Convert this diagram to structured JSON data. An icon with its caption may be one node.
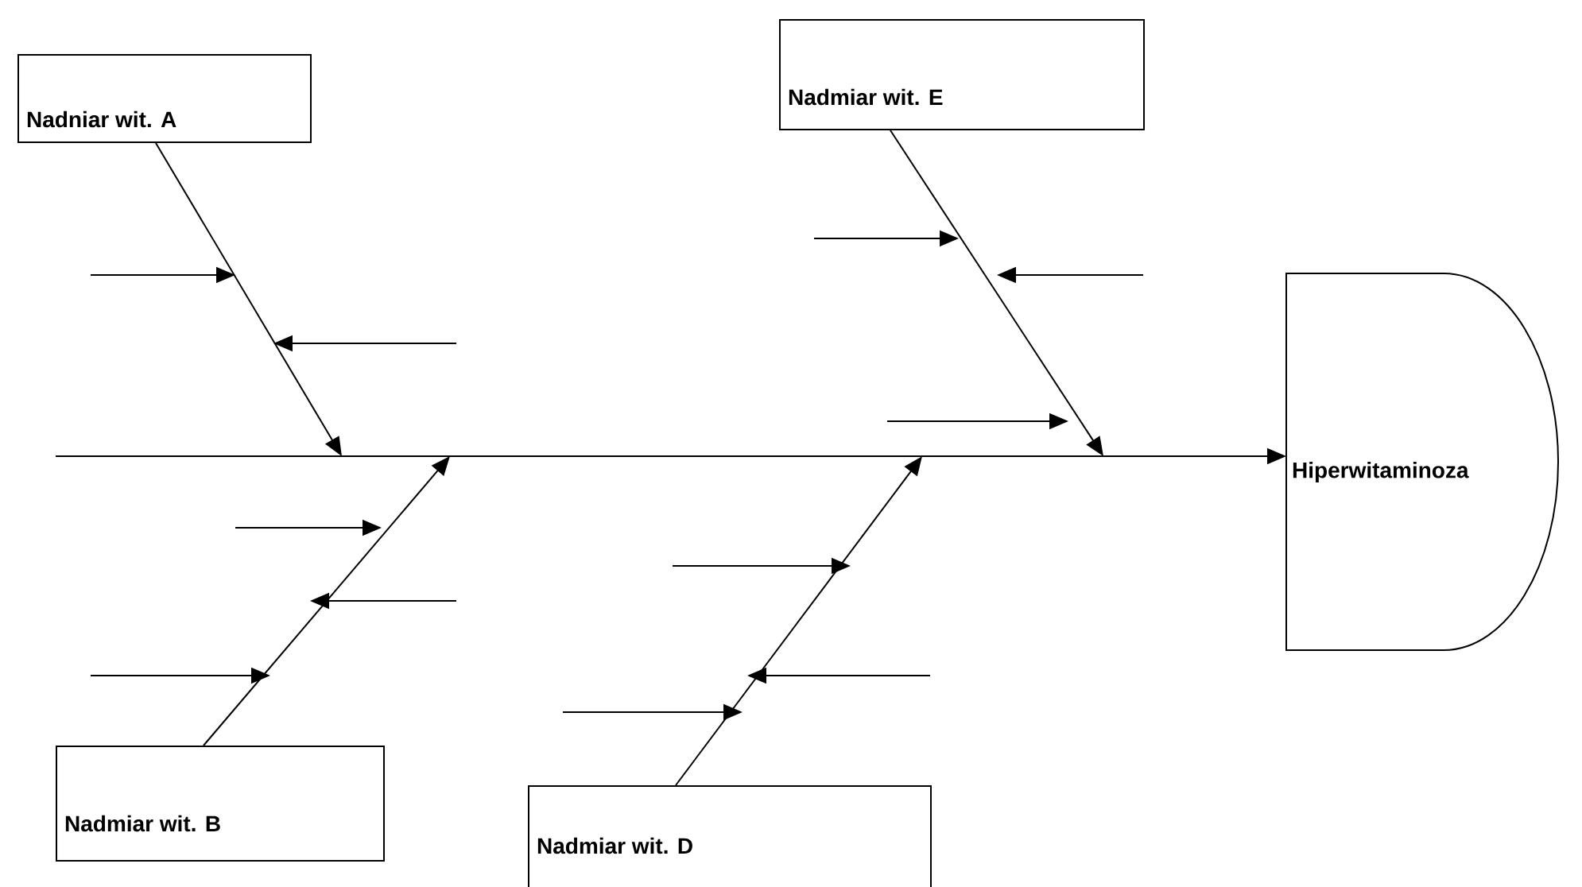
{
  "diagram": {
    "nodes": [
      {
        "text": [
          "Nadniar wit. A"
        ]
      },
      {
        "text": [
          "Nadmiar wit. E"
        ]
      },
      {
        "text": [
          "Nadmiar wit. B"
        ]
      },
      {
        "text": [
          "Nadmiar wit. D"
        ]
      },
      {
        "text": [
          "Hiperwitaminoza"
        ]
      }
    ],
    "edges": [
      {
        "from": null,
        "to": 4,
        "arrow": "to"
      },
      {
        "from": 0,
        "to": null,
        "arrow": "to"
      },
      {
        "from": 1,
        "to": null,
        "arrow": "to"
      },
      {
        "from": 2,
        "to": null,
        "arrow": "to"
      },
      {
        "from": 3,
        "to": null,
        "arrow": "to"
      }
    ]
  }
}
